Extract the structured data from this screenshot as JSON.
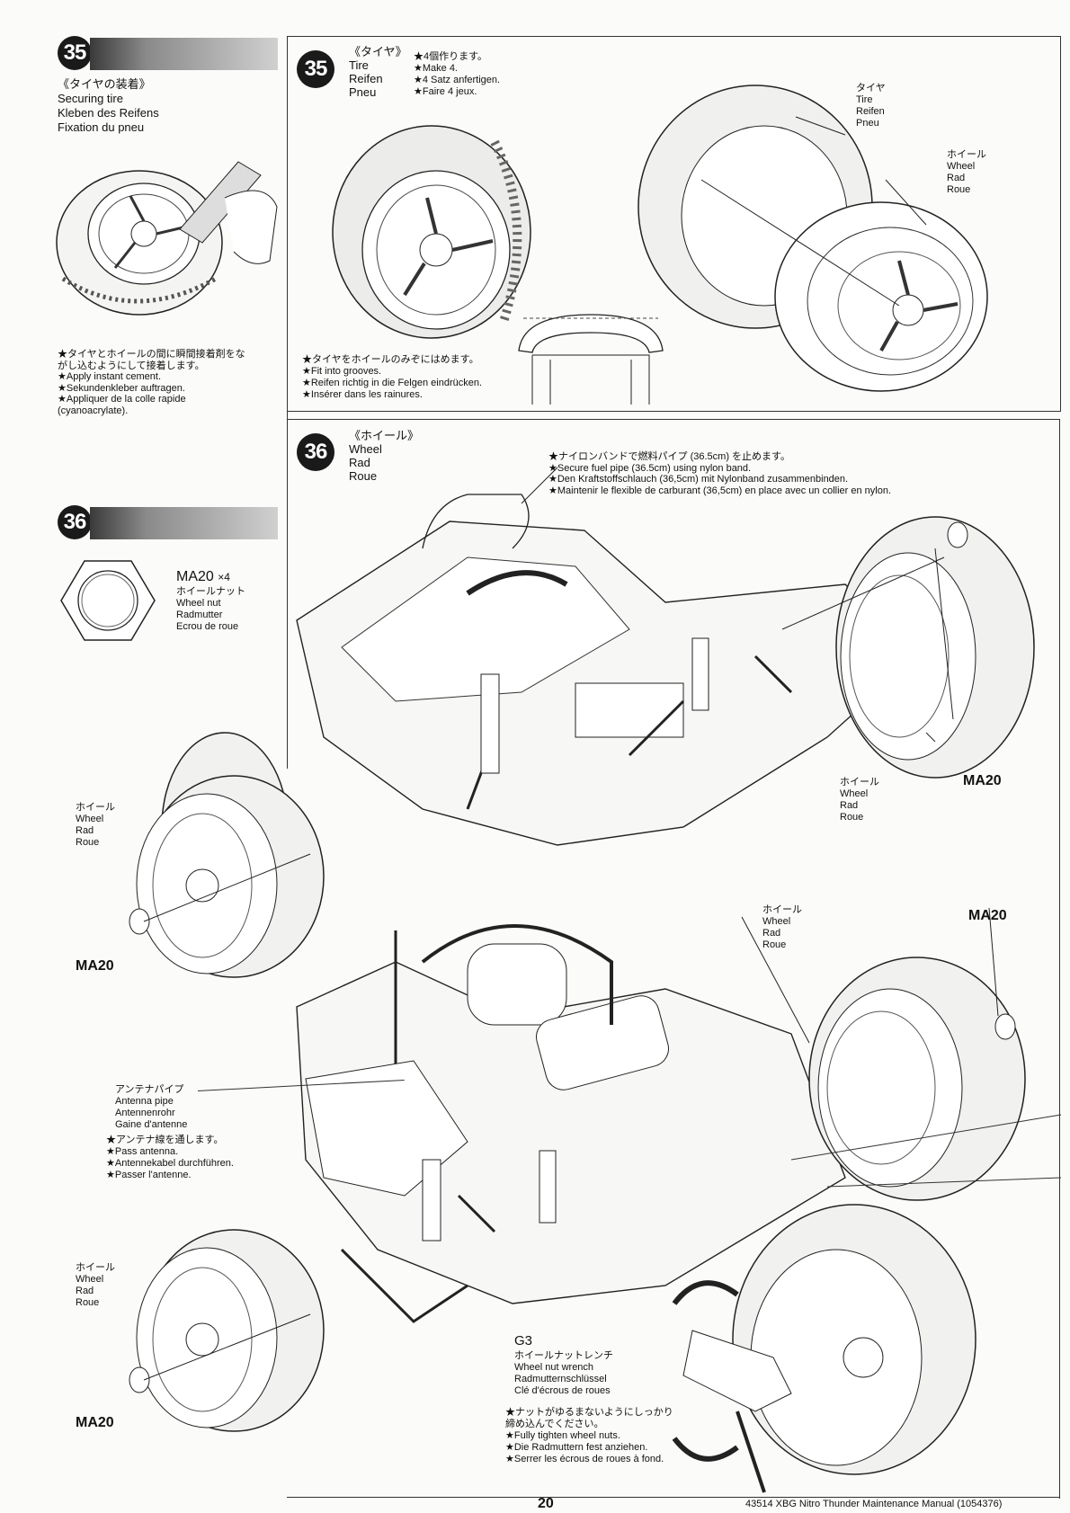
{
  "left_column": {
    "step35": {
      "number": "35",
      "title_lines": [
        "《タイヤの装着》",
        "Securing tire",
        "Kleben des Reifens",
        "Fixation du pneu"
      ],
      "note_lines": [
        "★タイヤとホイールの間に瞬間接着剤をな",
        "がし込むようにして接着します。",
        "★Apply instant cement.",
        "★Sekundenkleber auftragen.",
        "★Appliquer de la colle rapide",
        "(cyanoacrylate)."
      ]
    },
    "step36": {
      "number": "36",
      "part_code": "MA20",
      "part_qty": "×4",
      "part_lines": [
        "ホイールナット",
        "Wheel nut",
        "Radmutter",
        "Ecrou de roue"
      ]
    }
  },
  "panel35": {
    "number": "35",
    "title_lines": [
      "《タイヤ》",
      "Tire",
      "Reifen",
      "Pneu"
    ],
    "instruction_lines": [
      "★4個作ります。",
      "★Make 4.",
      "★4 Satz anfertigen.",
      "★Faire 4 jeux."
    ],
    "tire_label": [
      "タイヤ",
      "Tire",
      "Reifen",
      "Pneu"
    ],
    "wheel_label": [
      "ホイール",
      "Wheel",
      "Rad",
      "Roue"
    ],
    "groove_note": [
      "★タイヤをホイールのみぞにはめます。",
      "★Fit into grooves.",
      "★Reifen richtig in die Felgen eindrücken.",
      "★Insérer dans les rainures."
    ]
  },
  "panel36": {
    "number": "36",
    "title_lines": [
      "《ホイール》",
      "Wheel",
      "Rad",
      "Roue"
    ],
    "fuel_note": [
      "★ナイロンバンドで燃料パイプ (36.5cm) を止めます。",
      "★Secure fuel pipe (36.5cm) using nylon band.",
      "★Den Kraftstoffschlauch (36,5cm) mit Nylonband zusammenbinden.",
      "★Maintenir le flexible de carburant (36,5cm) en place avec un collier en nylon."
    ],
    "wheel_label": [
      "ホイール",
      "Wheel",
      "Rad",
      "Roue"
    ],
    "nut_code": "MA20",
    "antenna_lines": [
      "アンテナパイプ",
      "Antenna pipe",
      "Antennenrohr",
      "Gaine d'antenne"
    ],
    "antenna_note": [
      "★アンテナ線を通します。",
      "★Pass antenna.",
      "★Antennekabel durchführen.",
      "★Passer l'antenne."
    ],
    "tool_code": "G3",
    "tool_lines": [
      "ホイールナットレンチ",
      "Wheel nut wrench",
      "Radmutternschlüssel",
      "Clé d'écrous de roues"
    ],
    "tighten_note": [
      "★ナットがゆるまないようにしっかり",
      "締め込んでください。",
      "★Fully tighten wheel nuts.",
      "★Die Radmuttern fest anziehen.",
      "★Serrer les écrous de roues à fond."
    ]
  },
  "footer": {
    "page_number": "20",
    "manual_title": "43514  XBG Nitro Thunder Maintenance Manual (1054376)"
  }
}
